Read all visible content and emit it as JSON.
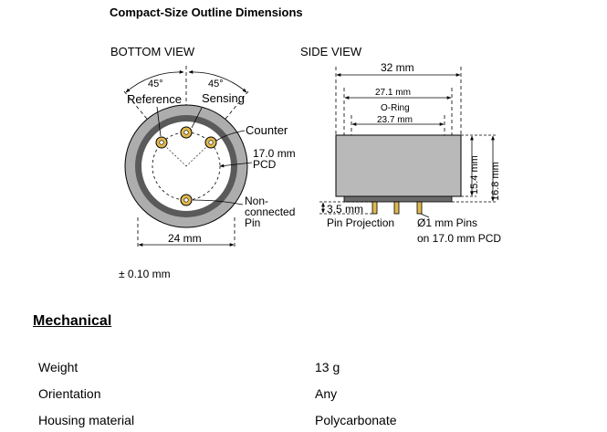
{
  "title": "Compact-Size Outline Dimensions",
  "bottom_view": {
    "heading": "BOTTOM VIEW",
    "angle_left": "45°",
    "angle_right": "45°",
    "label_reference": "Reference",
    "label_sensing": "Sensing",
    "label_counter": "Counter",
    "label_pcd_1": "17.0 mm",
    "label_pcd_2": "PCD",
    "label_nc_1": "Non-",
    "label_nc_2": "connected",
    "label_nc_3": "Pin",
    "dim_width": "24 mm"
  },
  "side_view": {
    "heading": "SIDE VIEW",
    "dim_width": "32 mm",
    "dim_oring": "27.1 mm",
    "label_oring": "O-Ring",
    "dim_inner": "23.7 mm",
    "dim_pin_proj": "3.5 mm",
    "label_pin_proj": "Pin Projection",
    "label_pins_1": "Ø1 mm Pins",
    "label_pins_2": "on 17.0 mm PCD",
    "dim_h1": "15.4 mm",
    "dim_h2": "16.8 mm"
  },
  "tolerance": "± 0.10 mm",
  "mechanical": {
    "heading": "Mechanical",
    "rows": [
      {
        "label": "Weight",
        "value": "13 g"
      },
      {
        "label": "Orientation",
        "value": "Any"
      },
      {
        "label": "Housing material",
        "value": "Polycarbonate"
      }
    ]
  }
}
